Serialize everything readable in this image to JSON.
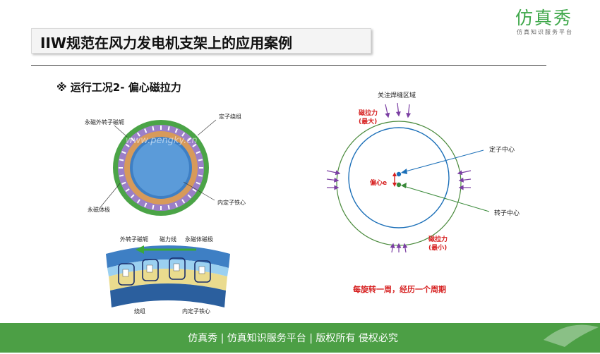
{
  "header": {
    "title": "IIW规范在风力发电机支架上的应用案例",
    "logo_name": "仿真秀",
    "logo_sub": "仿真知识服务平台"
  },
  "subtitle": "※  运行工况2- 偏心磁拉力",
  "figure_stator": {
    "labels": {
      "outer_rotor_yoke": "永磁外转子磁轭",
      "stator_winding": "定子绕组",
      "magnet_pole": "永磁体极",
      "inner_stator_core": "内定子铁心"
    },
    "watermark": "www.pengky.cn"
  },
  "figure_section": {
    "labels": {
      "outer_rotor_yoke": "外转子磁轭",
      "flux_line": "磁力线",
      "magnet_pole": "永磁体磁极",
      "winding": "绕组",
      "inner_stator_core": "内定子铁心"
    }
  },
  "figure_eccentric": {
    "labels": {
      "weld_area": "关注焊缝区域",
      "force_max": "磁拉力\n(最大)",
      "stator_center": "定子中心",
      "eccentricity": "偏心e",
      "rotor_center": "转子中心",
      "force_min": "磁拉力\n(最小)"
    },
    "caption": "每旋转一周，经历一个周期",
    "colors": {
      "arrow": "#7b3fa3",
      "red": "#d61f1f",
      "green": "#4a8a3c",
      "blue": "#1b6fb8"
    }
  },
  "footer": {
    "text": "仿真秀  |  仿真知识服务平台  |  版权所有  侵权必究"
  }
}
